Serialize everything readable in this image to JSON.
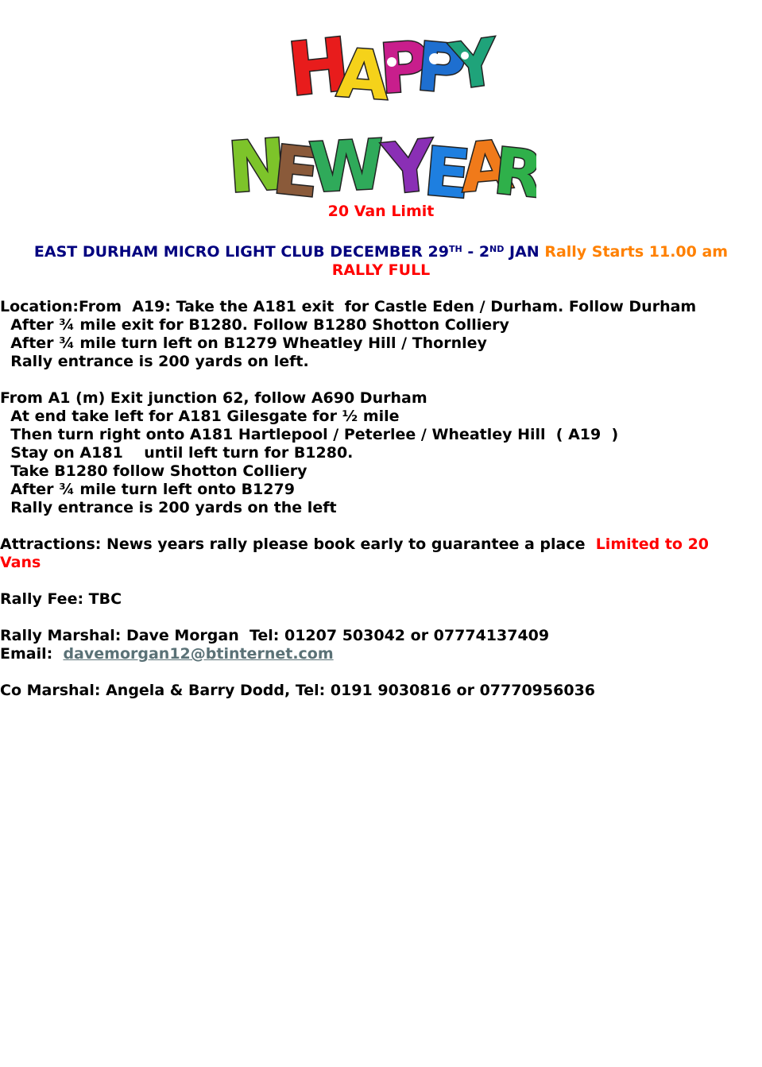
{
  "logo": {
    "line1": "HAPPY",
    "line2_word1": "NEW",
    "line2_word2": "YEAR"
  },
  "van_limit": "20 Van Limit",
  "header": {
    "club_part1": "EAST DURHAM MICRO LIGHT CLUB DECEMBER 29",
    "sup1": "TH",
    "club_part2": " - 2",
    "sup2": "ND",
    "club_part3": " JAN",
    "rally_starts": "Rally Starts 11.00 am",
    "rally_full": "RALLY FULL"
  },
  "directions_a19": [
    "Location:From  A19: Take the A181 exit  for Castle Eden / Durham. Follow Durham",
    "  After ¾ mile exit for B1280. Follow B1280 Shotton Colliery",
    "  After ¾ mile turn left on B1279 Wheatley Hill / Thornley",
    "  Rally entrance is 200 yards on left."
  ],
  "directions_a1": [
    "From A1 (m) Exit junction 62, follow A690 Durham",
    "  At end take left for A181 Gilesgate for ½ mile",
    "  Then turn right onto A181 Hartlepool / Peterlee / Wheatley Hill  ( A19  )",
    "  Stay on A181    until left turn for B1280.",
    "  Take B1280 follow Shotton Colliery",
    "  After ¾ mile turn left onto B1279",
    "  Rally entrance is 200 yards on the left"
  ],
  "attractions": {
    "text": "Attractions: News years rally please book early to guarantee a place  ",
    "limited_line1": "Limited to 20",
    "limited_line2": "Vans"
  },
  "rally_fee": "Rally Fee: TBC",
  "marshal": {
    "line": "Rally Marshal: Dave Morgan  Tel: 01207 503042 or 07774137409",
    "email_label": "Email:  ",
    "email": "davemorgan12@btinternet.com"
  },
  "co_marshal": "Co Marshal: Angela & Barry Dodd, Tel: 0191 9030816 or 07770956036",
  "colors": {
    "red": "#ff0000",
    "navy": "#00007f",
    "orange": "#ff8000",
    "link": "#5a7176"
  }
}
